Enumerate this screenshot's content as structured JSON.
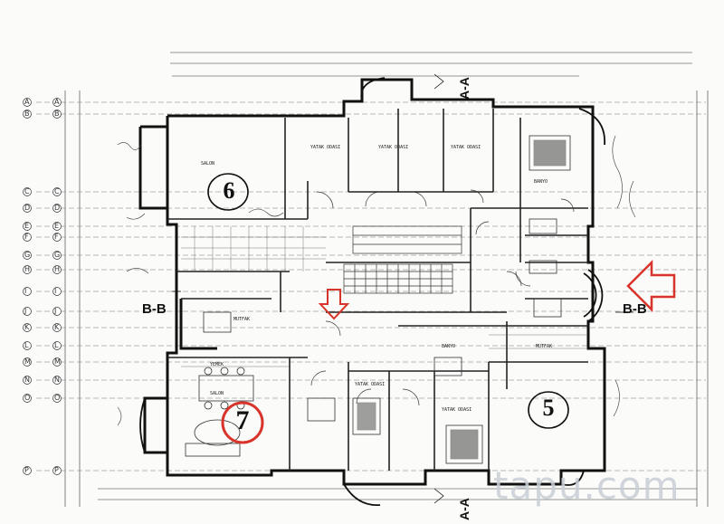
{
  "sections": {
    "aa_top": "A-A",
    "aa_bottom": "A-A",
    "bb_left": "B-B",
    "bb_right": "B-B"
  },
  "units": {
    "unit_6": "6",
    "unit_5": "5",
    "unit_7": "7"
  },
  "grid_labels": [
    "A",
    "B",
    "C",
    "D",
    "E",
    "F",
    "G",
    "H",
    "I",
    "J",
    "K",
    "L",
    "M",
    "N",
    "O",
    "P"
  ],
  "room_labels": [
    "SALON",
    "YATAK ODASI",
    "YATAK ODASI",
    "YATAK ODASI",
    "BANYO",
    "MUTFAK",
    "MUTFAK",
    "YATAK ODASI",
    "SALON",
    "YEMEK",
    "YATAK ODASI",
    "BANYO"
  ],
  "watermark": "tapu.com",
  "colors": {
    "line": "#1a1a1a",
    "arrow": "#d9342b",
    "circle_7": "#d9342b",
    "watermark": "#c9cfd6"
  }
}
